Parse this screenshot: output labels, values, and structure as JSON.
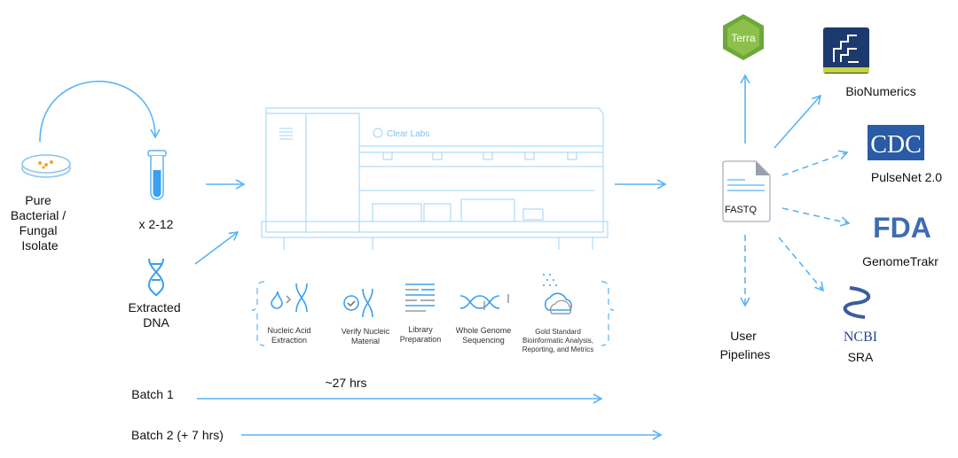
{
  "source": {
    "label_lines": [
      "Pure",
      "Bacterial /",
      "Fungal",
      "Isolate"
    ]
  },
  "tube": {
    "label": "x 2-12"
  },
  "dna": {
    "label_lines": [
      "Extracted",
      "DNA"
    ]
  },
  "machine": {
    "brand": "Clear Labs"
  },
  "steps": [
    {
      "lines": [
        "Nucleic Acid",
        "Extraction"
      ]
    },
    {
      "lines": [
        "Verify Nucleic",
        "Material"
      ]
    },
    {
      "lines": [
        "Library",
        "Preparation"
      ]
    },
    {
      "lines": [
        "Whole Genome",
        "Sequencing"
      ]
    },
    {
      "lines": [
        "Gold Standard",
        "Bioinformatic Analysis,",
        "Reporting, and Metrics"
      ]
    }
  ],
  "timeline": {
    "batch1": "Batch 1",
    "batch1_duration": "~27 hrs",
    "batch2": "Batch 2 (+ 7 hrs)"
  },
  "output": {
    "file": "FASTQ"
  },
  "destinations": {
    "terra": "Terra",
    "bionumerics": "BioNumerics",
    "cdc_logo": "CDC",
    "pulsenet": "PulseNet 2.0",
    "fda_logo": "FDA",
    "genometrakr": "GenomeTrakr",
    "ncbi_logo": "NCBI",
    "sra": "SRA",
    "user_pipelines": [
      "User",
      "Pipelines"
    ]
  },
  "colors": {
    "accent": "#5ab4f5",
    "terra": "#7cb342",
    "bionumerics": "#1d3a6e",
    "cdc": "#2a5ba6",
    "fda": "#3d6cb3"
  }
}
